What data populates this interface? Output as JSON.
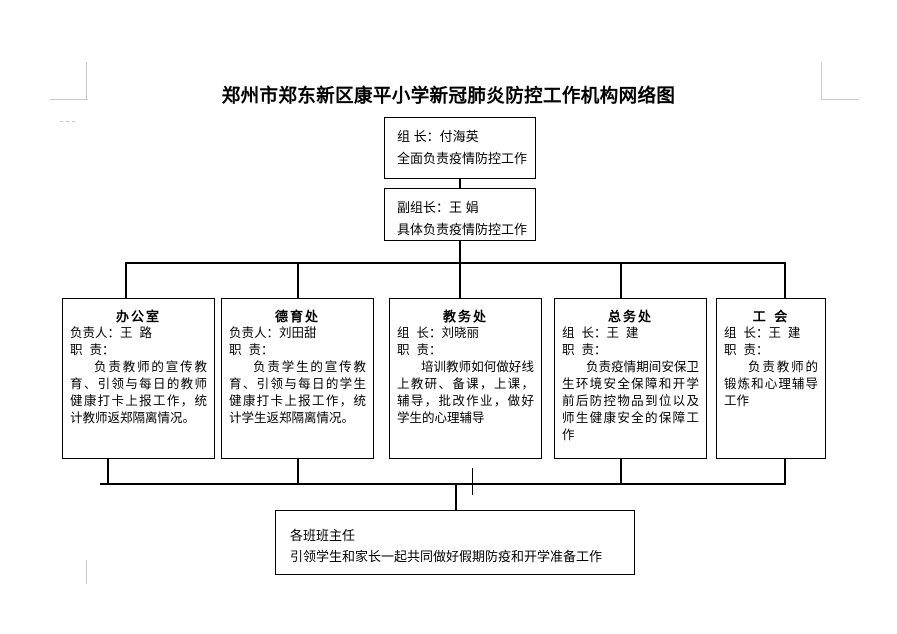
{
  "page": {
    "title": "郑州市郑东新区康平小学新冠肺炎防控工作机构网络图",
    "background_color": "#ffffff",
    "line_color": "#000000",
    "crop_mark_color": "#c9c9c9"
  },
  "chart_data": {
    "type": "diagram",
    "title": "郑州市郑东新区康平小学新冠肺炎防控工作机构网络图",
    "nodes": [
      {
        "id": "leader",
        "title": "",
        "lines": [
          "组 长：付海英",
          "全面负责疫情防控工作"
        ]
      },
      {
        "id": "deputy",
        "title": "",
        "lines": [
          "副组长：王 娟",
          "具体负责疫情防控工作"
        ]
      },
      {
        "id": "office",
        "title": "办公室",
        "lines": [
          "负责人：王  路",
          "职  责："
        ],
        "duty": "负责教师的宣传教育、引领与每日的教师健康打卡上报工作，统计教师返郑隔离情况。"
      },
      {
        "id": "moral",
        "title": "德育处",
        "lines": [
          "负责人：刘田甜",
          "职  责："
        ],
        "duty": "负责学生的宣传教育、引领与每日的学生健康打卡上报工作，统计学生返郑隔离情况。"
      },
      {
        "id": "academic",
        "title": "教务处",
        "lines": [
          "组  长：刘晓丽",
          "职  责："
        ],
        "duty": "培训教师如何做好线上教研、备课，上课，辅导，批改作业，做好学生的心理辅导"
      },
      {
        "id": "general",
        "title": "总务处",
        "lines": [
          "组  长：王  建",
          "职  责："
        ],
        "duty": "负责疫情期间安保卫生环境安全保障和开学前后防控物品到位以及师生健康安全的保障工作"
      },
      {
        "id": "union",
        "title": "工  会",
        "lines": [
          "组  长：王  建",
          "职  责："
        ],
        "duty": "负责教师的锻炼和心理辅导工作"
      },
      {
        "id": "teachers",
        "title": "",
        "lines": [
          "各班班主任",
          "引领学生和家长一起共同做好假期防疫和开学准备工作"
        ]
      }
    ],
    "edges": [
      {
        "from": "leader",
        "to": "deputy"
      },
      {
        "from": "deputy",
        "to": "office"
      },
      {
        "from": "deputy",
        "to": "moral"
      },
      {
        "from": "deputy",
        "to": "academic"
      },
      {
        "from": "deputy",
        "to": "general"
      },
      {
        "from": "deputy",
        "to": "union"
      },
      {
        "from": "office",
        "to": "teachers"
      },
      {
        "from": "moral",
        "to": "teachers"
      },
      {
        "from": "general",
        "to": "teachers"
      },
      {
        "from": "union",
        "to": "teachers"
      }
    ]
  },
  "boxes": {
    "leader": {
      "line1": "组 长：付海英",
      "line2": "全面负责疫情防控工作"
    },
    "deputy": {
      "line1": "副组长：王 娟",
      "line2": "具体负责疫情防控工作"
    },
    "office": {
      "title": "办公室",
      "line1": "负责人：王  路",
      "line2": "职  责：",
      "duty": "负责教师的宣传教育、引领与每日的教师健康打卡上报工作，统计教师返郑隔离情况。"
    },
    "moral": {
      "title": "德育处",
      "line1": "负责人：刘田甜",
      "line2": "职  责：",
      "duty": "负责学生的宣传教育、引领与每日的学生健康打卡上报工作，统计学生返郑隔离情况。"
    },
    "academic": {
      "title": "教务处",
      "line1": "组  长：刘晓丽",
      "line2": "职  责：",
      "duty": "培训教师如何做好线上教研、备课，上课，辅导，批改作业，做好学生的心理辅导"
    },
    "general": {
      "title": "总务处",
      "line1": "组  长：王  建",
      "line2": "职  责：",
      "duty": "负责疫情期间安保卫生环境安全保障和开学前后防控物品到位以及师生健康安全的保障工作"
    },
    "union": {
      "title": "工  会",
      "line1": "组  长：王  建",
      "line2": "职  责：",
      "duty": "负责教师的锻炼和心理辅导工作"
    },
    "teachers": {
      "line1": "各班班主任",
      "line2": "引领学生和家长一起共同做好假期防疫和开学准备工作"
    }
  }
}
